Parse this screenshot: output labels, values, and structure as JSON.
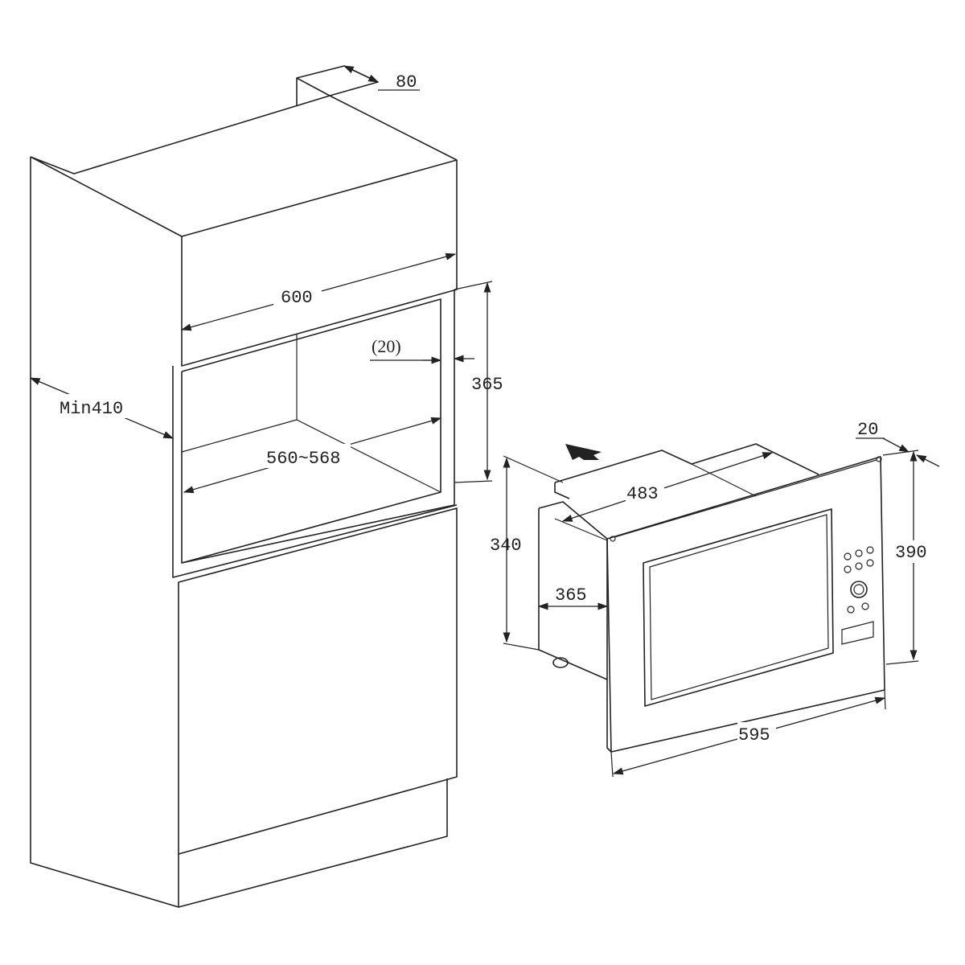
{
  "dimensions": {
    "top_depth": "80",
    "cabinet_width": "600",
    "side_gap": "(20)",
    "niche_height": "365",
    "min_depth": "Min410",
    "niche_width": "560~568",
    "body_depth": "483",
    "body_height": "340",
    "side_depth": "365",
    "frame_depth": "20",
    "frame_height": "390",
    "frame_width": "595"
  },
  "colors": {
    "line": "#222222",
    "background": "#ffffff"
  }
}
